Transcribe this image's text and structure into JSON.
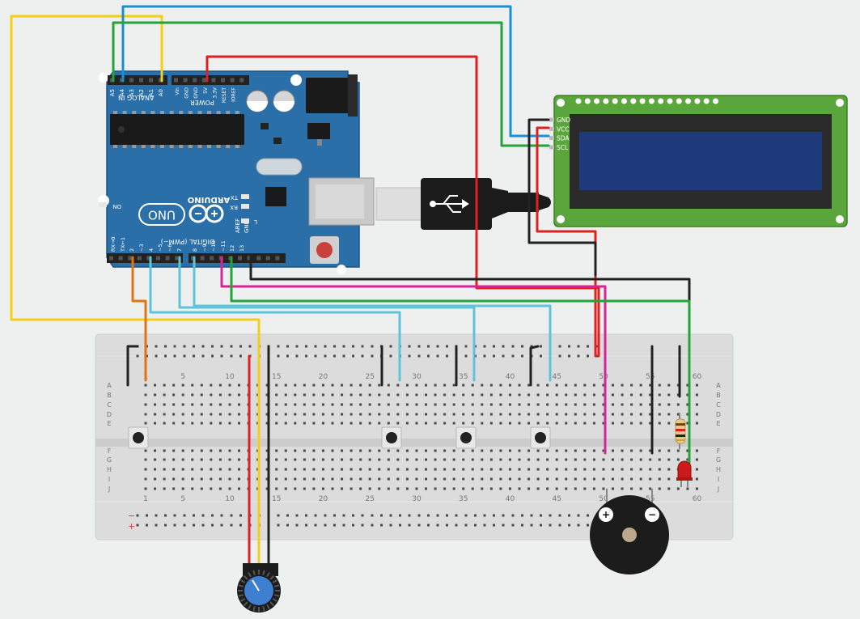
{
  "arduino": {
    "brand": "ARDUINO",
    "model": "UNO",
    "section_analog": "ANALOG IN",
    "section_power": "POWER",
    "section_digital": "DIGITAL (PWM~)",
    "label_on": "ON",
    "label_tx": "TX",
    "label_rx": "RX",
    "label_l": "L",
    "label_aref": "AREF",
    "label_gnd_top": "GND",
    "analog_pins": [
      "A5",
      "A4",
      "A3",
      "A2",
      "A1",
      "A0"
    ],
    "power_pins": [
      "Vin",
      "GND",
      "GND",
      "5V",
      "3.3V",
      "RESET",
      "IOREF"
    ],
    "digital_pins": [
      "RX→0",
      "TX←1",
      "2",
      "~3",
      "4",
      "~5",
      "~6",
      "7",
      "8",
      "~9",
      "~10",
      "~11",
      "12",
      "13"
    ]
  },
  "lcd": {
    "pins": [
      "GND",
      "VCC",
      "SDA",
      "SCL"
    ]
  },
  "breadboard": {
    "col_labels_top": [
      "1",
      "5",
      "10",
      "15",
      "20",
      "25",
      "30",
      "35",
      "40",
      "45",
      "50",
      "55",
      "60"
    ],
    "col_labels_bottom": [
      "1",
      "5",
      "10",
      "15",
      "20",
      "25",
      "30",
      "35",
      "40",
      "45",
      "50",
      "55",
      "60"
    ],
    "row_labels_top": [
      "A",
      "B",
      "C",
      "D",
      "E"
    ],
    "row_labels_bottom": [
      "F",
      "G",
      "H",
      "I",
      "J"
    ],
    "rail_minus": "−",
    "rail_plus": "+"
  },
  "buzzer": {
    "plus": "+",
    "minus": "−"
  },
  "colors": {
    "board": "#2a6fa8",
    "lcd_pcb": "#5aa63c",
    "lcd_screen": "#1f3a7a",
    "wire_red": "#e02020",
    "wire_yellow": "#f3cf16",
    "wire_blue": "#1b8fd1",
    "wire_green": "#22a43a",
    "wire_black": "#222222",
    "wire_cyan": "#5fc4d8",
    "wire_magenta": "#d62596",
    "wire_orange": "#e07410"
  }
}
